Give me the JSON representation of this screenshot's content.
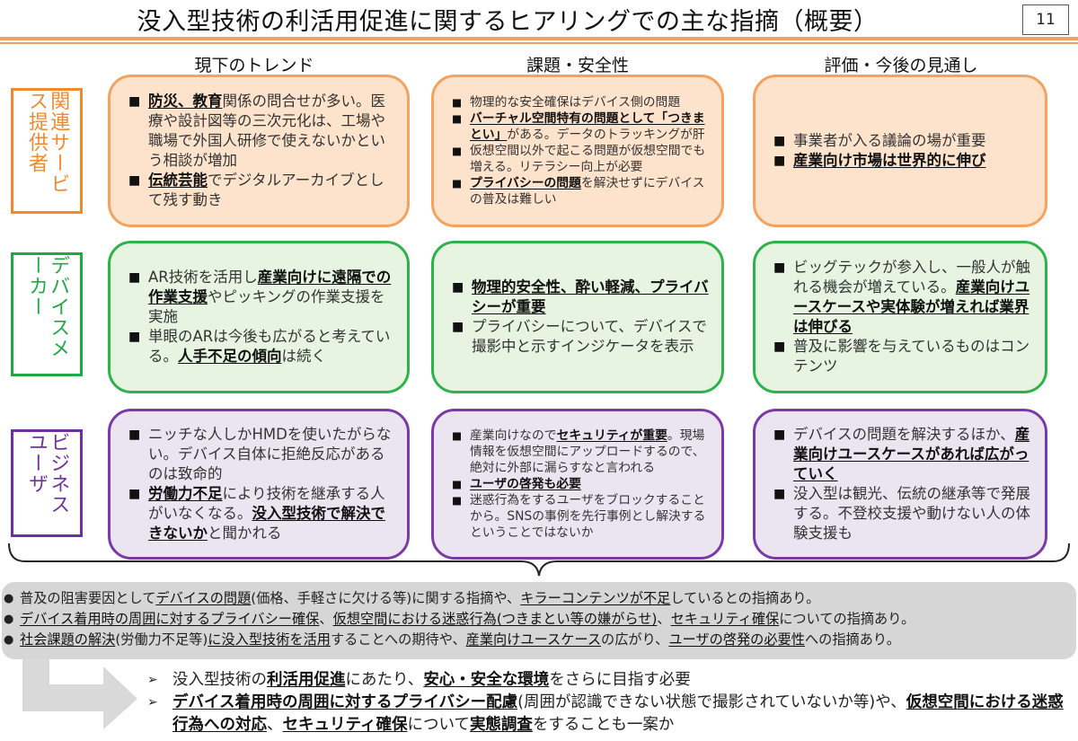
{
  "header": {
    "title": "没入型技術の利活用促進に関するヒアリングでの主な指摘（概要）",
    "page_number": "11"
  },
  "columns": [
    "現下のトレンド",
    "課題・安全性",
    "評価・今後の見通し"
  ],
  "rows": [
    {
      "label": "関連サービス提供者",
      "cells": [
        {
          "bullets": [
            [
              {
                "t": "防災、教育",
                "b": true
              },
              {
                "t": "関係の問合せが多い。医療や設計図等の三次元化は、工場や職場で外国人研修で使えないかという相談が増加"
              }
            ],
            [
              {
                "t": "伝統芸能",
                "b": true
              },
              {
                "t": "でデジタルアーカイブとして残す動き"
              }
            ]
          ]
        },
        {
          "bullets": [
            [
              {
                "t": "物理的な安全確保はデバイス側の問題"
              }
            ],
            [
              {
                "t": "バーチャル空間特有の問題として「つきまとい」",
                "b": true
              },
              {
                "t": "がある。データのトラッキングが肝"
              }
            ],
            [
              {
                "t": "仮想空間以外で起こる問題が仮想空間でも増える。リテラシー向上が必要"
              }
            ],
            [
              {
                "t": "プライバシーの問題",
                "b": true
              },
              {
                "t": "を解決せずにデバイスの普及は難しい"
              }
            ]
          ]
        },
        {
          "bullets": [
            [
              {
                "t": "事業者が入る議論の場が重要"
              }
            ],
            [
              {
                "t": "産業向け市場は世界的に伸び",
                "b": true
              }
            ]
          ]
        }
      ]
    },
    {
      "label": "デバイスメーカー",
      "cells": [
        {
          "bullets": [
            [
              {
                "t": "AR技術を活用し"
              },
              {
                "t": "産業向けに遠隔での作業支援",
                "b": true
              },
              {
                "t": "やピッキングの作業支援を実施"
              }
            ],
            [
              {
                "t": "単眼のARは今後も広がると考えている。"
              },
              {
                "t": "人手不足の傾向",
                "b": true
              },
              {
                "t": "は続く"
              }
            ]
          ]
        },
        {
          "bullets": [
            [
              {
                "t": "物理的安全性、酔い軽減、プライバシーが重要",
                "b": true
              }
            ],
            [
              {
                "t": "プライバシーについて、デバイスで撮影中と示すインジケータを表示"
              }
            ]
          ]
        },
        {
          "bullets": [
            [
              {
                "t": "ビッグテックが参入し、一般人が触れる機会が増えている。"
              },
              {
                "t": "産業向けユースケースや実体験が増えれば業界は伸びる",
                "b": true
              }
            ],
            [
              {
                "t": "普及に影響を与えているものはコンテンツ"
              }
            ]
          ]
        }
      ]
    },
    {
      "label": "ビジネスユーザ",
      "cells": [
        {
          "bullets": [
            [
              {
                "t": "ニッチな人しかHMDを使いたがらない。デバイス自体に拒絶反応があるのは致命的"
              }
            ],
            [
              {
                "t": "労働力不足",
                "b": true
              },
              {
                "t": "により技術を継承する人がいなくなる。"
              },
              {
                "t": "没入型技術で解決できないか",
                "b": true
              },
              {
                "t": "と聞かれる"
              }
            ]
          ]
        },
        {
          "bullets": [
            [
              {
                "t": "産業向けなので"
              },
              {
                "t": "セキュリティが重要",
                "b": true
              },
              {
                "t": "。現場情報を仮想空間にアップロードするので、絶対に外部に漏らすなと言われる"
              }
            ],
            [
              {
                "t": "ユーザの啓発も必要",
                "b": true
              }
            ],
            [
              {
                "t": "迷惑行為をするユーザをブロックすることから。SNSの事例を先行事例とし解決するということではないか"
              }
            ]
          ]
        },
        {
          "bullets": [
            [
              {
                "t": "デバイスの問題を解決するほか、"
              },
              {
                "t": "産業向けユースケースがあれば広がっていく",
                "b": true
              }
            ],
            [
              {
                "t": "没入型は観光、伝統の継承等で発展する。不登校支援や動けない人の体験支援も"
              }
            ]
          ]
        }
      ]
    }
  ],
  "summary": [
    [
      {
        "t": "普及の阻害要因として"
      },
      {
        "t": "デバイスの問題",
        "b": true
      },
      {
        "t": "(価格、手軽さに欠ける等)に関する指摘や、"
      },
      {
        "t": "キラーコンテンツが不足",
        "b": true
      },
      {
        "t": "しているとの指摘あり。"
      }
    ],
    [
      {
        "t": "デバイス着用時の周囲に対するプライバシー確保",
        "b": true
      },
      {
        "t": "、"
      },
      {
        "t": "仮想空間における迷惑行為(つきまとい等の嫌がらせ)",
        "b": true
      },
      {
        "t": "、"
      },
      {
        "t": "セキュリティ確保",
        "b": true
      },
      {
        "t": "についての指摘あり。"
      }
    ],
    [
      {
        "t": "社会課題の解決",
        "b": true
      },
      {
        "t": "(労働力不足等)"
      },
      {
        "t": "に没入型技術を活用",
        "b": true
      },
      {
        "t": "することへの期待や、"
      },
      {
        "t": "産業向けユースケース",
        "b": true
      },
      {
        "t": "の広がり、"
      },
      {
        "t": "ユーザの啓発の必要性",
        "b": true
      },
      {
        "t": "への指摘あり。"
      }
    ]
  ],
  "conclusions": [
    [
      {
        "t": "没入型技術の"
      },
      {
        "t": "利活用促進",
        "b": true
      },
      {
        "t": "にあたり、"
      },
      {
        "t": "安心・安全な環境",
        "b": true
      },
      {
        "t": "をさらに目指す必要"
      }
    ],
    [
      {
        "t": "デバイス着用時の周囲に対するプライバシー配慮",
        "b": true
      },
      {
        "t": "(周囲が認識できない状態で撮影されていないか等)や、"
      },
      {
        "t": "仮想空間における迷惑行為への対応",
        "b": true
      },
      {
        "t": "、"
      },
      {
        "t": "セキュリティ確保",
        "b": true
      },
      {
        "t": "について"
      },
      {
        "t": "実態調査",
        "b": true
      },
      {
        "t": "をすることも一案か"
      }
    ]
  ],
  "colors": {
    "orange": "#f3a35f",
    "green": "#2db34a",
    "purple": "#7b3aa6",
    "summary_bg": "#d6d6d6"
  }
}
